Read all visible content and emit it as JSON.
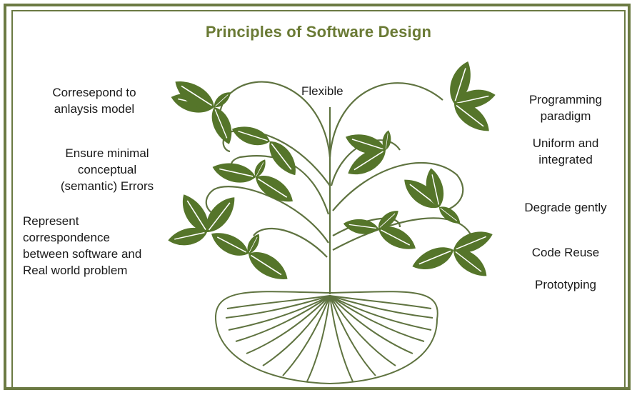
{
  "title": "Principles of Software Design",
  "colors": {
    "border": "#6b7a43",
    "title": "#6a7a34",
    "leaf": "#55752a",
    "stem": "#5f7340"
  },
  "center_label": "Flexible",
  "left_labels": [
    "Corresepond to\nanlaysis model",
    "Ensure minimal\nconceptual\n(semantic) Errors",
    "Represent\ncorrespondence\nbetween software and\nReal world problem"
  ],
  "right_labels": [
    "Programming\nparadigm",
    "Uniform and\nintegrated",
    "Degrade gently",
    "Code Reuse",
    "Prototyping"
  ]
}
